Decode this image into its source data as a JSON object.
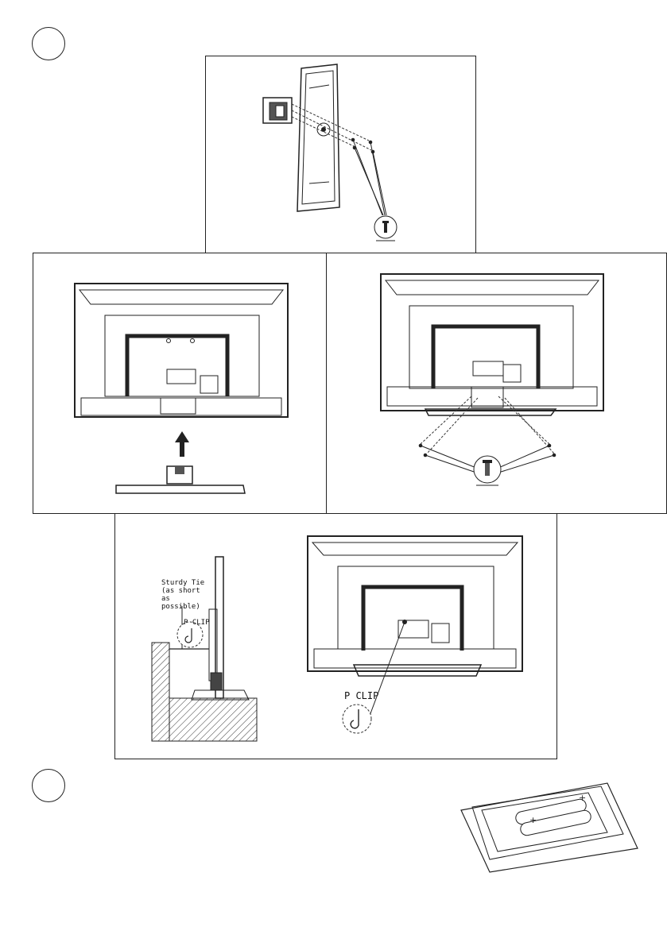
{
  "steps": {
    "step1": "",
    "step2": ""
  },
  "labels": {
    "sturdy_tie": "Sturdy Tie\n(as short\nas\npossible)",
    "p_clip_small": "P CLIP",
    "p_clip_large": "P CLIP"
  },
  "icons": {
    "screw": "screw-icon",
    "arrow": "up-arrow-icon",
    "remote": "remote-control-icon"
  }
}
